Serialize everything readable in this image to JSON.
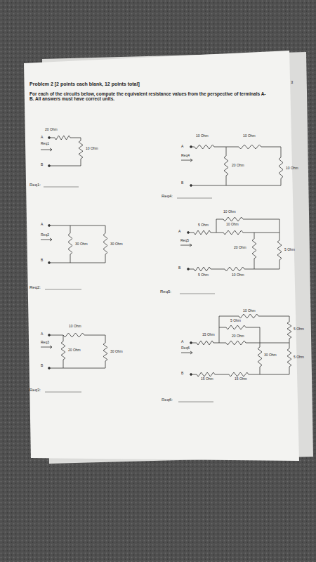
{
  "diagram": {
    "title": "Problem 2 [2 points each blank, 12 points total]",
    "labels": [
      "3",
      "For each of the circuits below, compute the equivalent resistance values from the perspective of terminals A-B. All answers must have correct units.",
      "20 Ohm",
      "A",
      "Req1",
      "10 Ohm",
      "B",
      "Req1:",
      "10 Ohm",
      "10 Ohm",
      "A",
      "Req4",
      "20 Ohm",
      "10 Ohm",
      "B",
      "Req4:",
      "A",
      "Req2",
      "30 Ohm",
      "30 Ohm",
      "B",
      "Req2:",
      "10 Ohm",
      "5 Ohm",
      "10 Ohm",
      "A",
      "Req5",
      "20 Ohm",
      "5 Ohm",
      "B",
      "5 Ohm",
      "10 Ohm",
      "Req5:",
      "10 Ohm",
      "A",
      "Req3",
      "20 Ohm",
      "30 Ohm",
      "B",
      "Req3:",
      "10 Ohm",
      "5 Ohm",
      "5 Ohm",
      "15 Ohm",
      "20 Ohm",
      "A",
      "Req6",
      "30 Ohm",
      "5 Ohm",
      "B",
      "15 Ohm",
      "15 Ohm",
      "Req6:"
    ]
  }
}
